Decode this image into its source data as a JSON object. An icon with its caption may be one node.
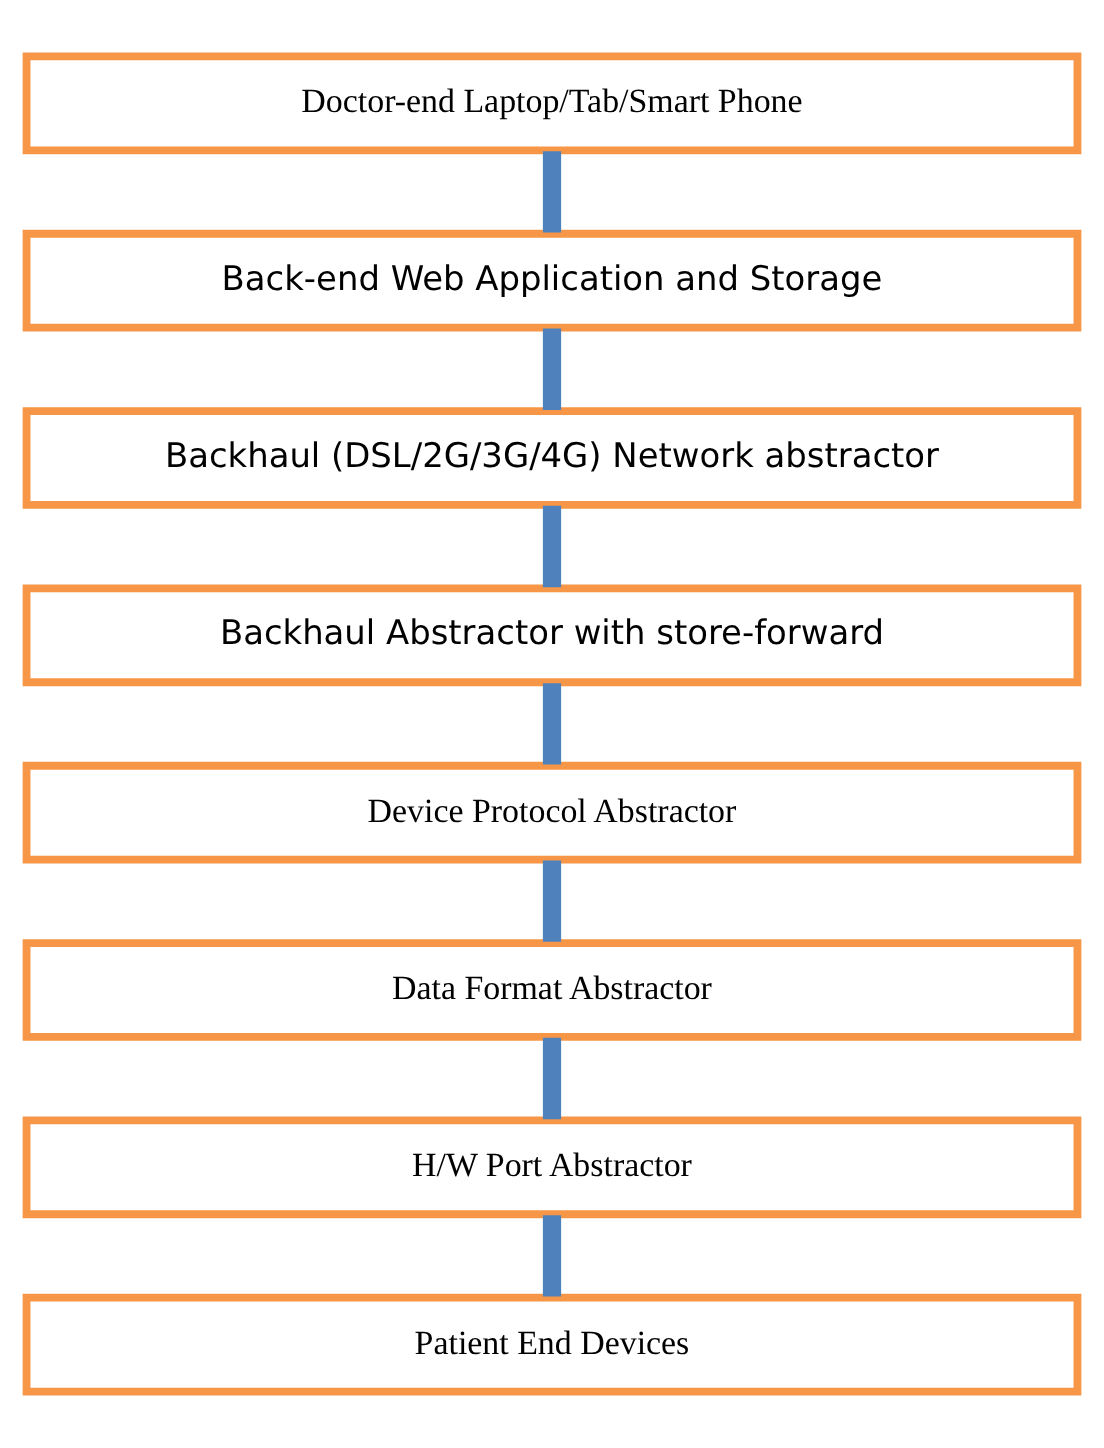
{
  "diagram": {
    "nodes": [
      {
        "text": [
          "Doctor-end Laptop/Tab/Smart Phone"
        ]
      },
      {
        "text": [
          "Back-end Web Application and Storage"
        ]
      },
      {
        "text": [
          "Backhaul (DSL/2G/3G/4G) Network abstractor"
        ]
      },
      {
        "text": [
          "Backhaul Abstractor with store-forward"
        ]
      },
      {
        "text": [
          "Device Protocol Abstractor"
        ]
      },
      {
        "text": [
          "Data Format Abstractor"
        ]
      },
      {
        "text": [
          "H/W Port Abstractor"
        ]
      },
      {
        "text": [
          "Patient End Devices"
        ]
      }
    ],
    "edges": [
      {
        "from": 0,
        "to": 1,
        "arrow": "none"
      },
      {
        "from": 1,
        "to": 2,
        "arrow": "none"
      },
      {
        "from": 2,
        "to": 3,
        "arrow": "none"
      },
      {
        "from": 3,
        "to": 4,
        "arrow": "none"
      },
      {
        "from": 4,
        "to": 5,
        "arrow": "none"
      },
      {
        "from": 5,
        "to": 6,
        "arrow": "none"
      },
      {
        "from": 6,
        "to": 7,
        "arrow": "none"
      }
    ]
  }
}
